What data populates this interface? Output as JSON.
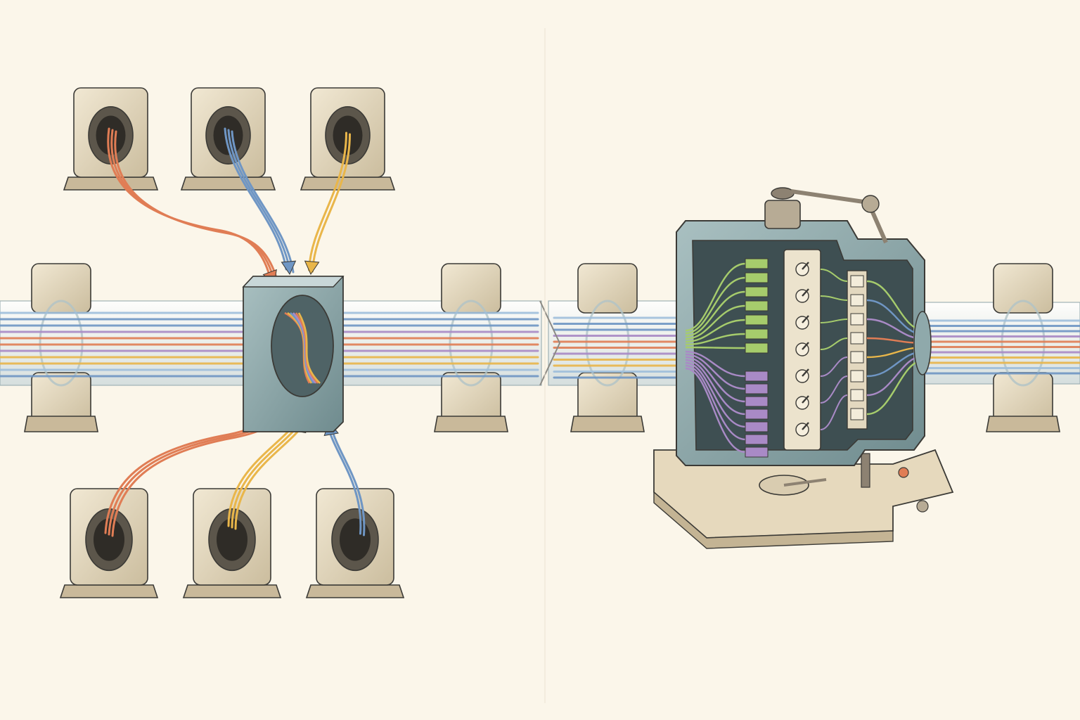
{
  "palette": {
    "paper": "#fbf6ea",
    "support_fill": "#e7dcc2",
    "support_dark": "#c9b99a",
    "support_shadow": "#a89878",
    "outline": "#3b3a36",
    "tube": "#dfe9ec",
    "casing": "#8fa9ab",
    "casing_dark": "#5f7b7e",
    "casing_inner": "#3e4f52",
    "cable_blue": "#6f96c4",
    "cable_orange": "#e07d55",
    "cable_yellow": "#e9b64a",
    "cable_purple": "#a98ac6",
    "cable_green": "#a6cc6c",
    "cable_lightblue": "#9fbfdc",
    "metal": "#b7ab95",
    "metal_dark": "#8d8272"
  },
  "panels": {
    "left": {
      "description_icon": "junction-merge-icon",
      "inbound_cable_groups": [
        "orange",
        "blue",
        "yellow",
        "orange",
        "yellow",
        "blue"
      ]
    },
    "right": {
      "description_icon": "switching-machine-icon",
      "switch_rows": 7
    }
  },
  "chevron_icon": "chevron-right-icon"
}
